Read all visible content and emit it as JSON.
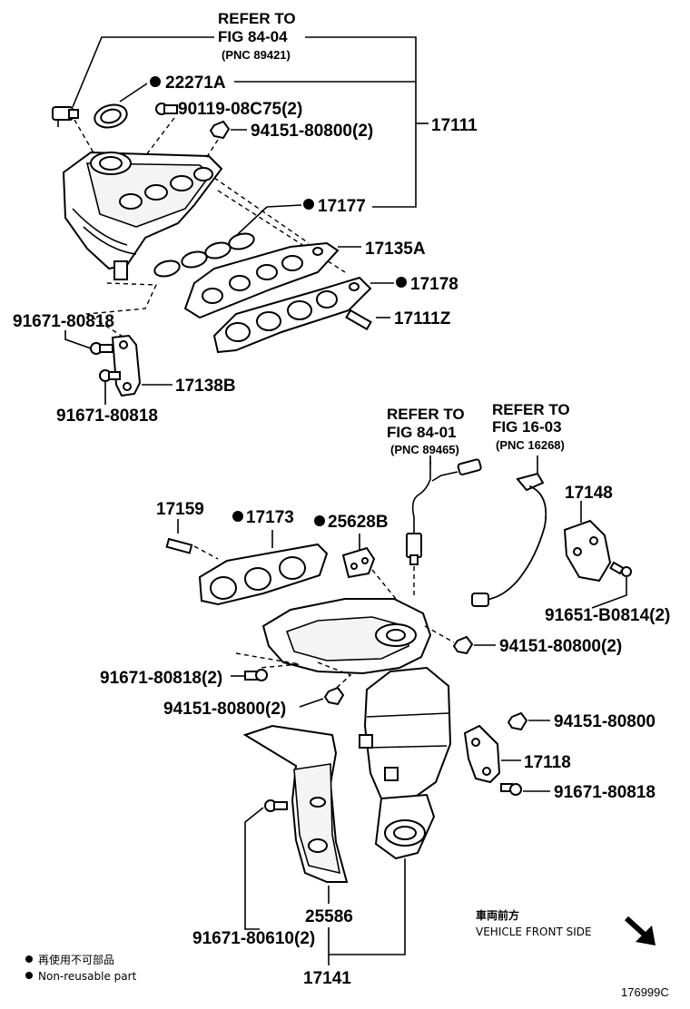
{
  "references": [
    {
      "line1": "REFER TO",
      "line2": "FIG 84-04",
      "line3": "(PNC 89421)"
    },
    {
      "line1": "REFER TO",
      "line2": "FIG 84-01",
      "line3": "(PNC 89465)"
    },
    {
      "line1": "REFER TO",
      "line2": "FIG 16-03",
      "line3": "(PNC 16268)"
    }
  ],
  "part_numbers": {
    "p22271A": "22271A",
    "p90119": "90119-08C75(2)",
    "p94151_top": "94151-80800(2)",
    "p17111": "17111",
    "p17177": "17177",
    "p17135A": "17135A",
    "p17178": "17178",
    "p17111Z": "17111Z",
    "p91671_a": "91671-80818",
    "p17138B": "17138B",
    "p91671_b": "91671-80818",
    "p17159": "17159",
    "p17173": "17173",
    "p25628B": "25628B",
    "p17148": "17148",
    "p91651": "91651-B0814(2)",
    "p94151_mid": "94151-80800(2)",
    "p91671_2": "91671-80818(2)",
    "p94151_low": "94151-80800(2)",
    "p94151_single": "94151-80800",
    "p17118": "17118",
    "p91671_c": "91671-80818",
    "p25586": "25586",
    "p91671_80610": "91671-80610(2)",
    "p17141": "17141"
  },
  "direction": {
    "label_jp": "車両前方",
    "label_en": "VEHICLE FRONT SIDE"
  },
  "legend": {
    "jp": "再使用不可部品",
    "en": "Non-reusable part"
  },
  "figure_code": "176999C"
}
